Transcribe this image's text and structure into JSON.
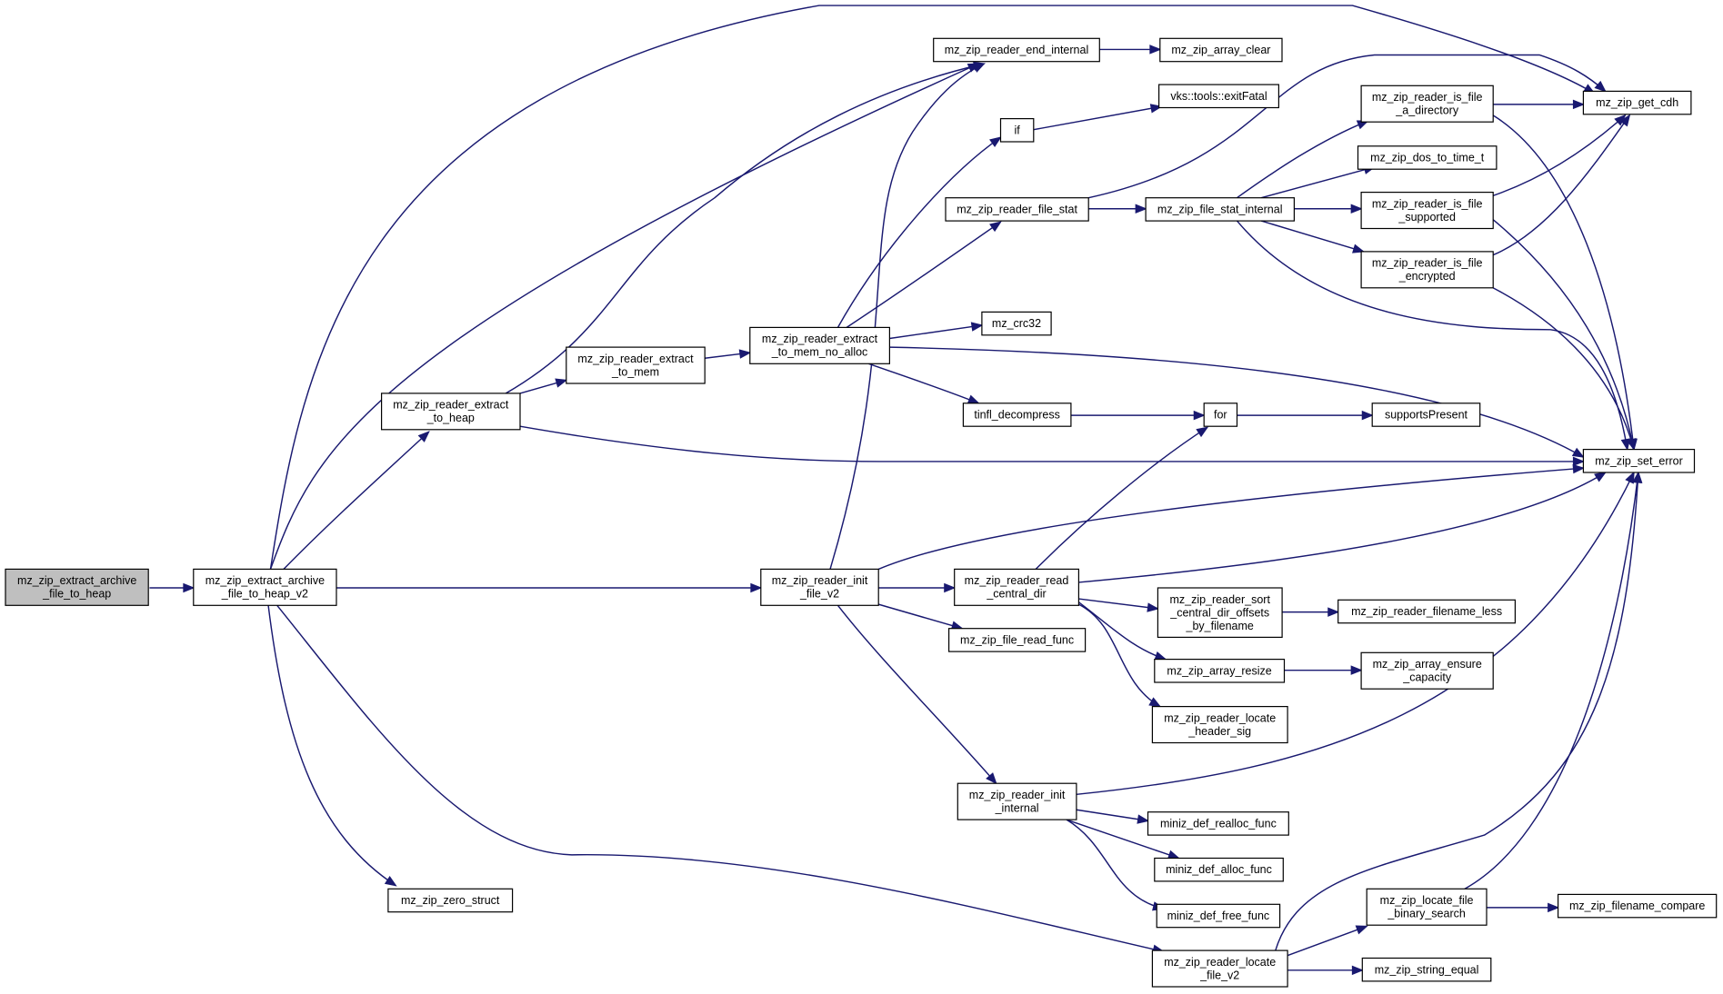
{
  "graph": {
    "nodes": [
      {
        "id": "n0",
        "lines": [
          "mz_zip_extract_archive",
          "_file_to_heap"
        ],
        "root": true
      },
      {
        "id": "n1",
        "lines": [
          "mz_zip_extract_archive",
          "_file_to_heap_v2"
        ]
      },
      {
        "id": "n2",
        "lines": [
          "mz_zip_reader_end_internal"
        ]
      },
      {
        "id": "n3",
        "lines": [
          "mz_zip_array_clear"
        ]
      },
      {
        "id": "n4",
        "lines": [
          "vks::tools::exitFatal"
        ]
      },
      {
        "id": "n5",
        "lines": [
          "if"
        ]
      },
      {
        "id": "n6",
        "lines": [
          "mz_zip_reader_file_stat"
        ]
      },
      {
        "id": "n7",
        "lines": [
          "mz_zip_file_stat_internal"
        ]
      },
      {
        "id": "n8",
        "lines": [
          "mz_zip_reader_is_file",
          "_a_directory"
        ]
      },
      {
        "id": "n9",
        "lines": [
          "mz_zip_get_cdh"
        ]
      },
      {
        "id": "n10",
        "lines": [
          "mz_zip_dos_to_time_t"
        ]
      },
      {
        "id": "n11",
        "lines": [
          "mz_zip_reader_is_file",
          "_supported"
        ]
      },
      {
        "id": "n12",
        "lines": [
          "mz_zip_reader_is_file",
          "_encrypted"
        ]
      },
      {
        "id": "n13",
        "lines": [
          "mz_zip_reader_extract",
          "_to_mem"
        ]
      },
      {
        "id": "n14",
        "lines": [
          "mz_zip_reader_extract",
          "_to_mem_no_alloc"
        ]
      },
      {
        "id": "n15",
        "lines": [
          "mz_crc32"
        ]
      },
      {
        "id": "n16",
        "lines": [
          "mz_zip_reader_extract",
          "_to_heap"
        ]
      },
      {
        "id": "n17",
        "lines": [
          "tinfl_decompress"
        ]
      },
      {
        "id": "n18",
        "lines": [
          "for"
        ]
      },
      {
        "id": "n19",
        "lines": [
          "supportsPresent"
        ]
      },
      {
        "id": "n20",
        "lines": [
          "mz_zip_set_error"
        ]
      },
      {
        "id": "n21",
        "lines": [
          "mz_zip_reader_init",
          "_file_v2"
        ]
      },
      {
        "id": "n22",
        "lines": [
          "mz_zip_reader_read",
          "_central_dir"
        ]
      },
      {
        "id": "n23",
        "lines": [
          "mz_zip_reader_sort",
          "_central_dir_offsets",
          "_by_filename"
        ]
      },
      {
        "id": "n24",
        "lines": [
          "mz_zip_reader_filename_less"
        ]
      },
      {
        "id": "n25",
        "lines": [
          "mz_zip_file_read_func"
        ]
      },
      {
        "id": "n26",
        "lines": [
          "mz_zip_array_resize"
        ]
      },
      {
        "id": "n27",
        "lines": [
          "mz_zip_array_ensure",
          "_capacity"
        ]
      },
      {
        "id": "n28",
        "lines": [
          "mz_zip_reader_locate",
          "_header_sig"
        ]
      },
      {
        "id": "n29",
        "lines": [
          "mz_zip_reader_init",
          "_internal"
        ]
      },
      {
        "id": "n30",
        "lines": [
          "miniz_def_realloc_func"
        ]
      },
      {
        "id": "n31",
        "lines": [
          "miniz_def_alloc_func"
        ]
      },
      {
        "id": "n32",
        "lines": [
          "miniz_def_free_func"
        ]
      },
      {
        "id": "n33",
        "lines": [
          "mz_zip_zero_struct"
        ]
      },
      {
        "id": "n34",
        "lines": [
          "mz_zip_locate_file",
          "_binary_search"
        ]
      },
      {
        "id": "n35",
        "lines": [
          "mz_zip_filename_compare"
        ]
      },
      {
        "id": "n36",
        "lines": [
          "mz_zip_reader_locate",
          "_file_v2"
        ]
      },
      {
        "id": "n37",
        "lines": [
          "mz_zip_string_equal"
        ]
      }
    ],
    "edges": [
      {
        "from": "n0",
        "to": "n1"
      },
      {
        "from": "n1",
        "to": "n2"
      },
      {
        "from": "n1",
        "to": "n9"
      },
      {
        "from": "n1",
        "to": "n16"
      },
      {
        "from": "n1",
        "to": "n21"
      },
      {
        "from": "n1",
        "to": "n33"
      },
      {
        "from": "n1",
        "to": "n36"
      },
      {
        "from": "n2",
        "to": "n3"
      },
      {
        "from": "n5",
        "to": "n4"
      },
      {
        "from": "n6",
        "to": "n7"
      },
      {
        "from": "n6",
        "to": "n9"
      },
      {
        "from": "n7",
        "to": "n8"
      },
      {
        "from": "n7",
        "to": "n10"
      },
      {
        "from": "n7",
        "to": "n11"
      },
      {
        "from": "n7",
        "to": "n12"
      },
      {
        "from": "n7",
        "to": "n20"
      },
      {
        "from": "n8",
        "to": "n9"
      },
      {
        "from": "n8",
        "to": "n20"
      },
      {
        "from": "n11",
        "to": "n9"
      },
      {
        "from": "n11",
        "to": "n20"
      },
      {
        "from": "n12",
        "to": "n9"
      },
      {
        "from": "n12",
        "to": "n20"
      },
      {
        "from": "n13",
        "to": "n14"
      },
      {
        "from": "n14",
        "to": "n5"
      },
      {
        "from": "n14",
        "to": "n6"
      },
      {
        "from": "n14",
        "to": "n15"
      },
      {
        "from": "n14",
        "to": "n17"
      },
      {
        "from": "n14",
        "to": "n20"
      },
      {
        "from": "n16",
        "to": "n2"
      },
      {
        "from": "n16",
        "to": "n13"
      },
      {
        "from": "n16",
        "to": "n20"
      },
      {
        "from": "n17",
        "to": "n18"
      },
      {
        "from": "n18",
        "to": "n19"
      },
      {
        "from": "n21",
        "to": "n2"
      },
      {
        "from": "n21",
        "to": "n20"
      },
      {
        "from": "n21",
        "to": "n22"
      },
      {
        "from": "n21",
        "to": "n25"
      },
      {
        "from": "n21",
        "to": "n29"
      },
      {
        "from": "n22",
        "to": "n18"
      },
      {
        "from": "n22",
        "to": "n20"
      },
      {
        "from": "n22",
        "to": "n23"
      },
      {
        "from": "n22",
        "to": "n26"
      },
      {
        "from": "n22",
        "to": "n28"
      },
      {
        "from": "n23",
        "to": "n24"
      },
      {
        "from": "n26",
        "to": "n27"
      },
      {
        "from": "n29",
        "to": "n20"
      },
      {
        "from": "n29",
        "to": "n30"
      },
      {
        "from": "n29",
        "to": "n31"
      },
      {
        "from": "n29",
        "to": "n32"
      },
      {
        "from": "n34",
        "to": "n20"
      },
      {
        "from": "n34",
        "to": "n35"
      },
      {
        "from": "n36",
        "to": "n20"
      },
      {
        "from": "n36",
        "to": "n34"
      },
      {
        "from": "n36",
        "to": "n37"
      }
    ]
  }
}
